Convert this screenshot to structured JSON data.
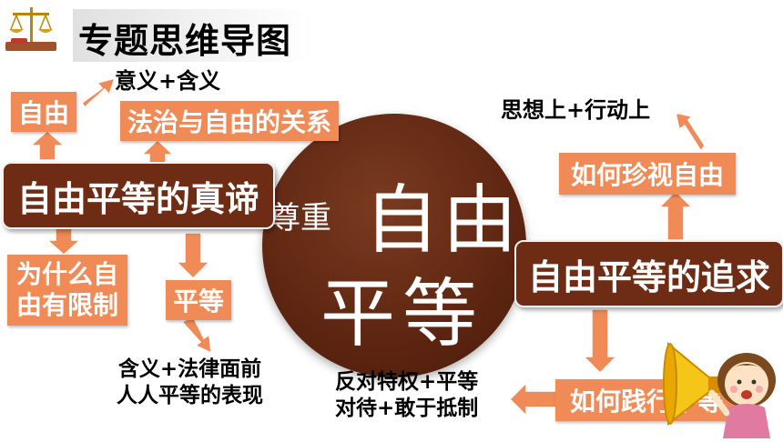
{
  "title": "专题思维导图",
  "icon": "scales-of-justice-icon",
  "center": {
    "small": "尊重",
    "big_line1": "自由",
    "big_line2": "平等"
  },
  "left_main": "自由平等的真谛",
  "right_main": "自由平等的追求",
  "nodes": {
    "freedom": "自由",
    "rule_of_law": "法治与自由的关系",
    "limits_line1": "为什么自",
    "limits_line2": "由有限制",
    "equality": "平等",
    "cherish": "如何珍视自由",
    "practice": "如何践行平等"
  },
  "notes": {
    "meaning": "意义+含义",
    "equality_line1": "含义+法律面前",
    "equality_line2": "人人平等的表现",
    "thought_action": "思想上+行动上",
    "practice_line1": "反对特权+平等",
    "practice_line2": "对待+敢于抵制"
  },
  "colors": {
    "orange": "#f08a57",
    "brown": "#6e2c14",
    "arrow": "#f08a57"
  }
}
